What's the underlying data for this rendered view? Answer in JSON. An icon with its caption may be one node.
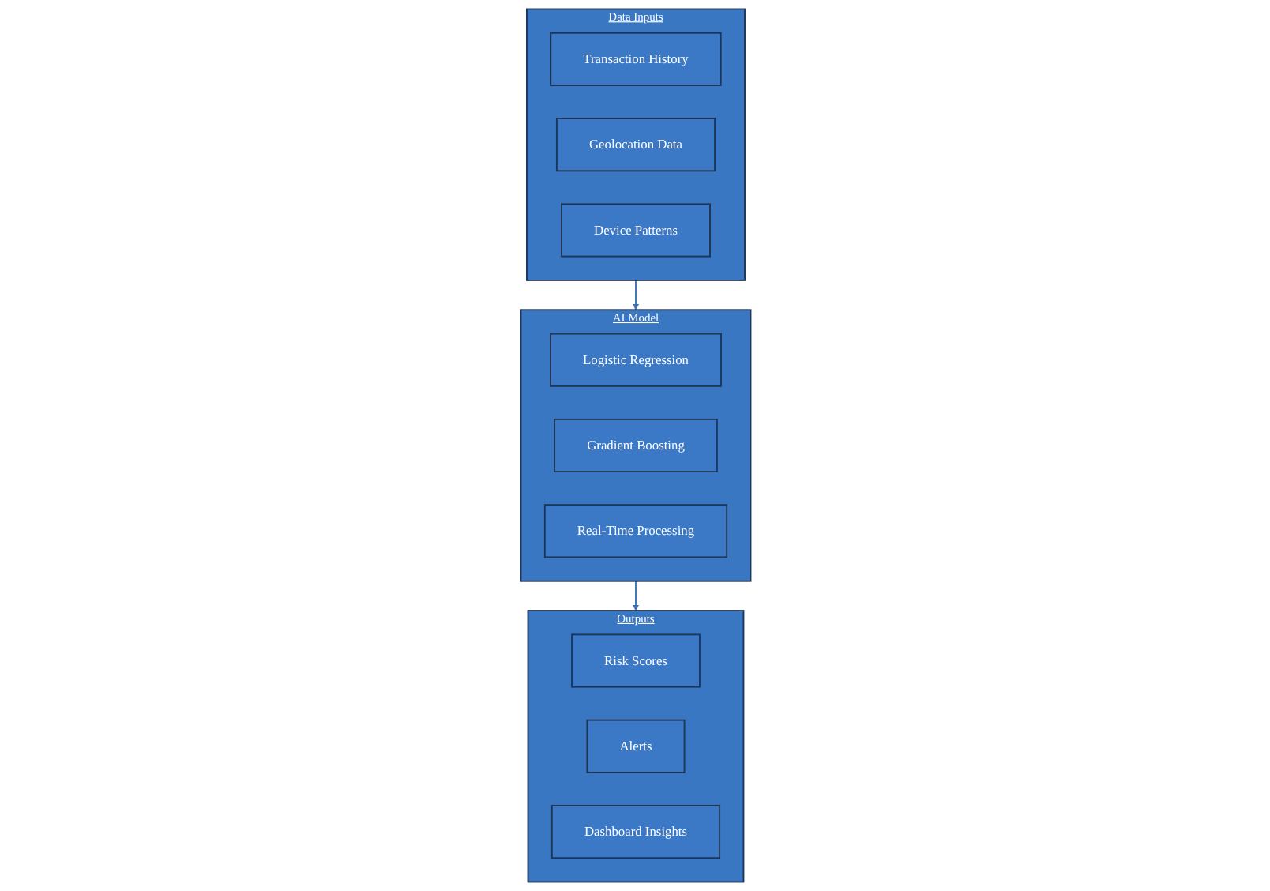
{
  "diagram": {
    "nodes": [
      {
        "text": [
          "Data Inputs"
        ]
      },
      {
        "text": [
          "Transaction History"
        ],
        "in": 0
      },
      {
        "text": [
          "Geolocation Data"
        ],
        "in": 0
      },
      {
        "text": [
          "Device Patterns"
        ],
        "in": 0
      },
      {
        "text": [
          "AI Model"
        ]
      },
      {
        "text": [
          "Logistic Regression"
        ],
        "in": 4
      },
      {
        "text": [
          "Gradient Boosting"
        ],
        "in": 4
      },
      {
        "text": [
          "Real-Time Processing"
        ],
        "in": 4
      },
      {
        "text": [
          "Outputs"
        ]
      },
      {
        "text": [
          "Risk Scores"
        ],
        "in": 8
      },
      {
        "text": [
          "Alerts"
        ],
        "in": 8
      },
      {
        "text": [
          "Dashboard Insights"
        ],
        "in": 8
      }
    ],
    "edges": [
      {
        "from": 0,
        "to": 4,
        "arrow": "to"
      },
      {
        "from": 4,
        "to": 8,
        "arrow": "to"
      }
    ]
  }
}
